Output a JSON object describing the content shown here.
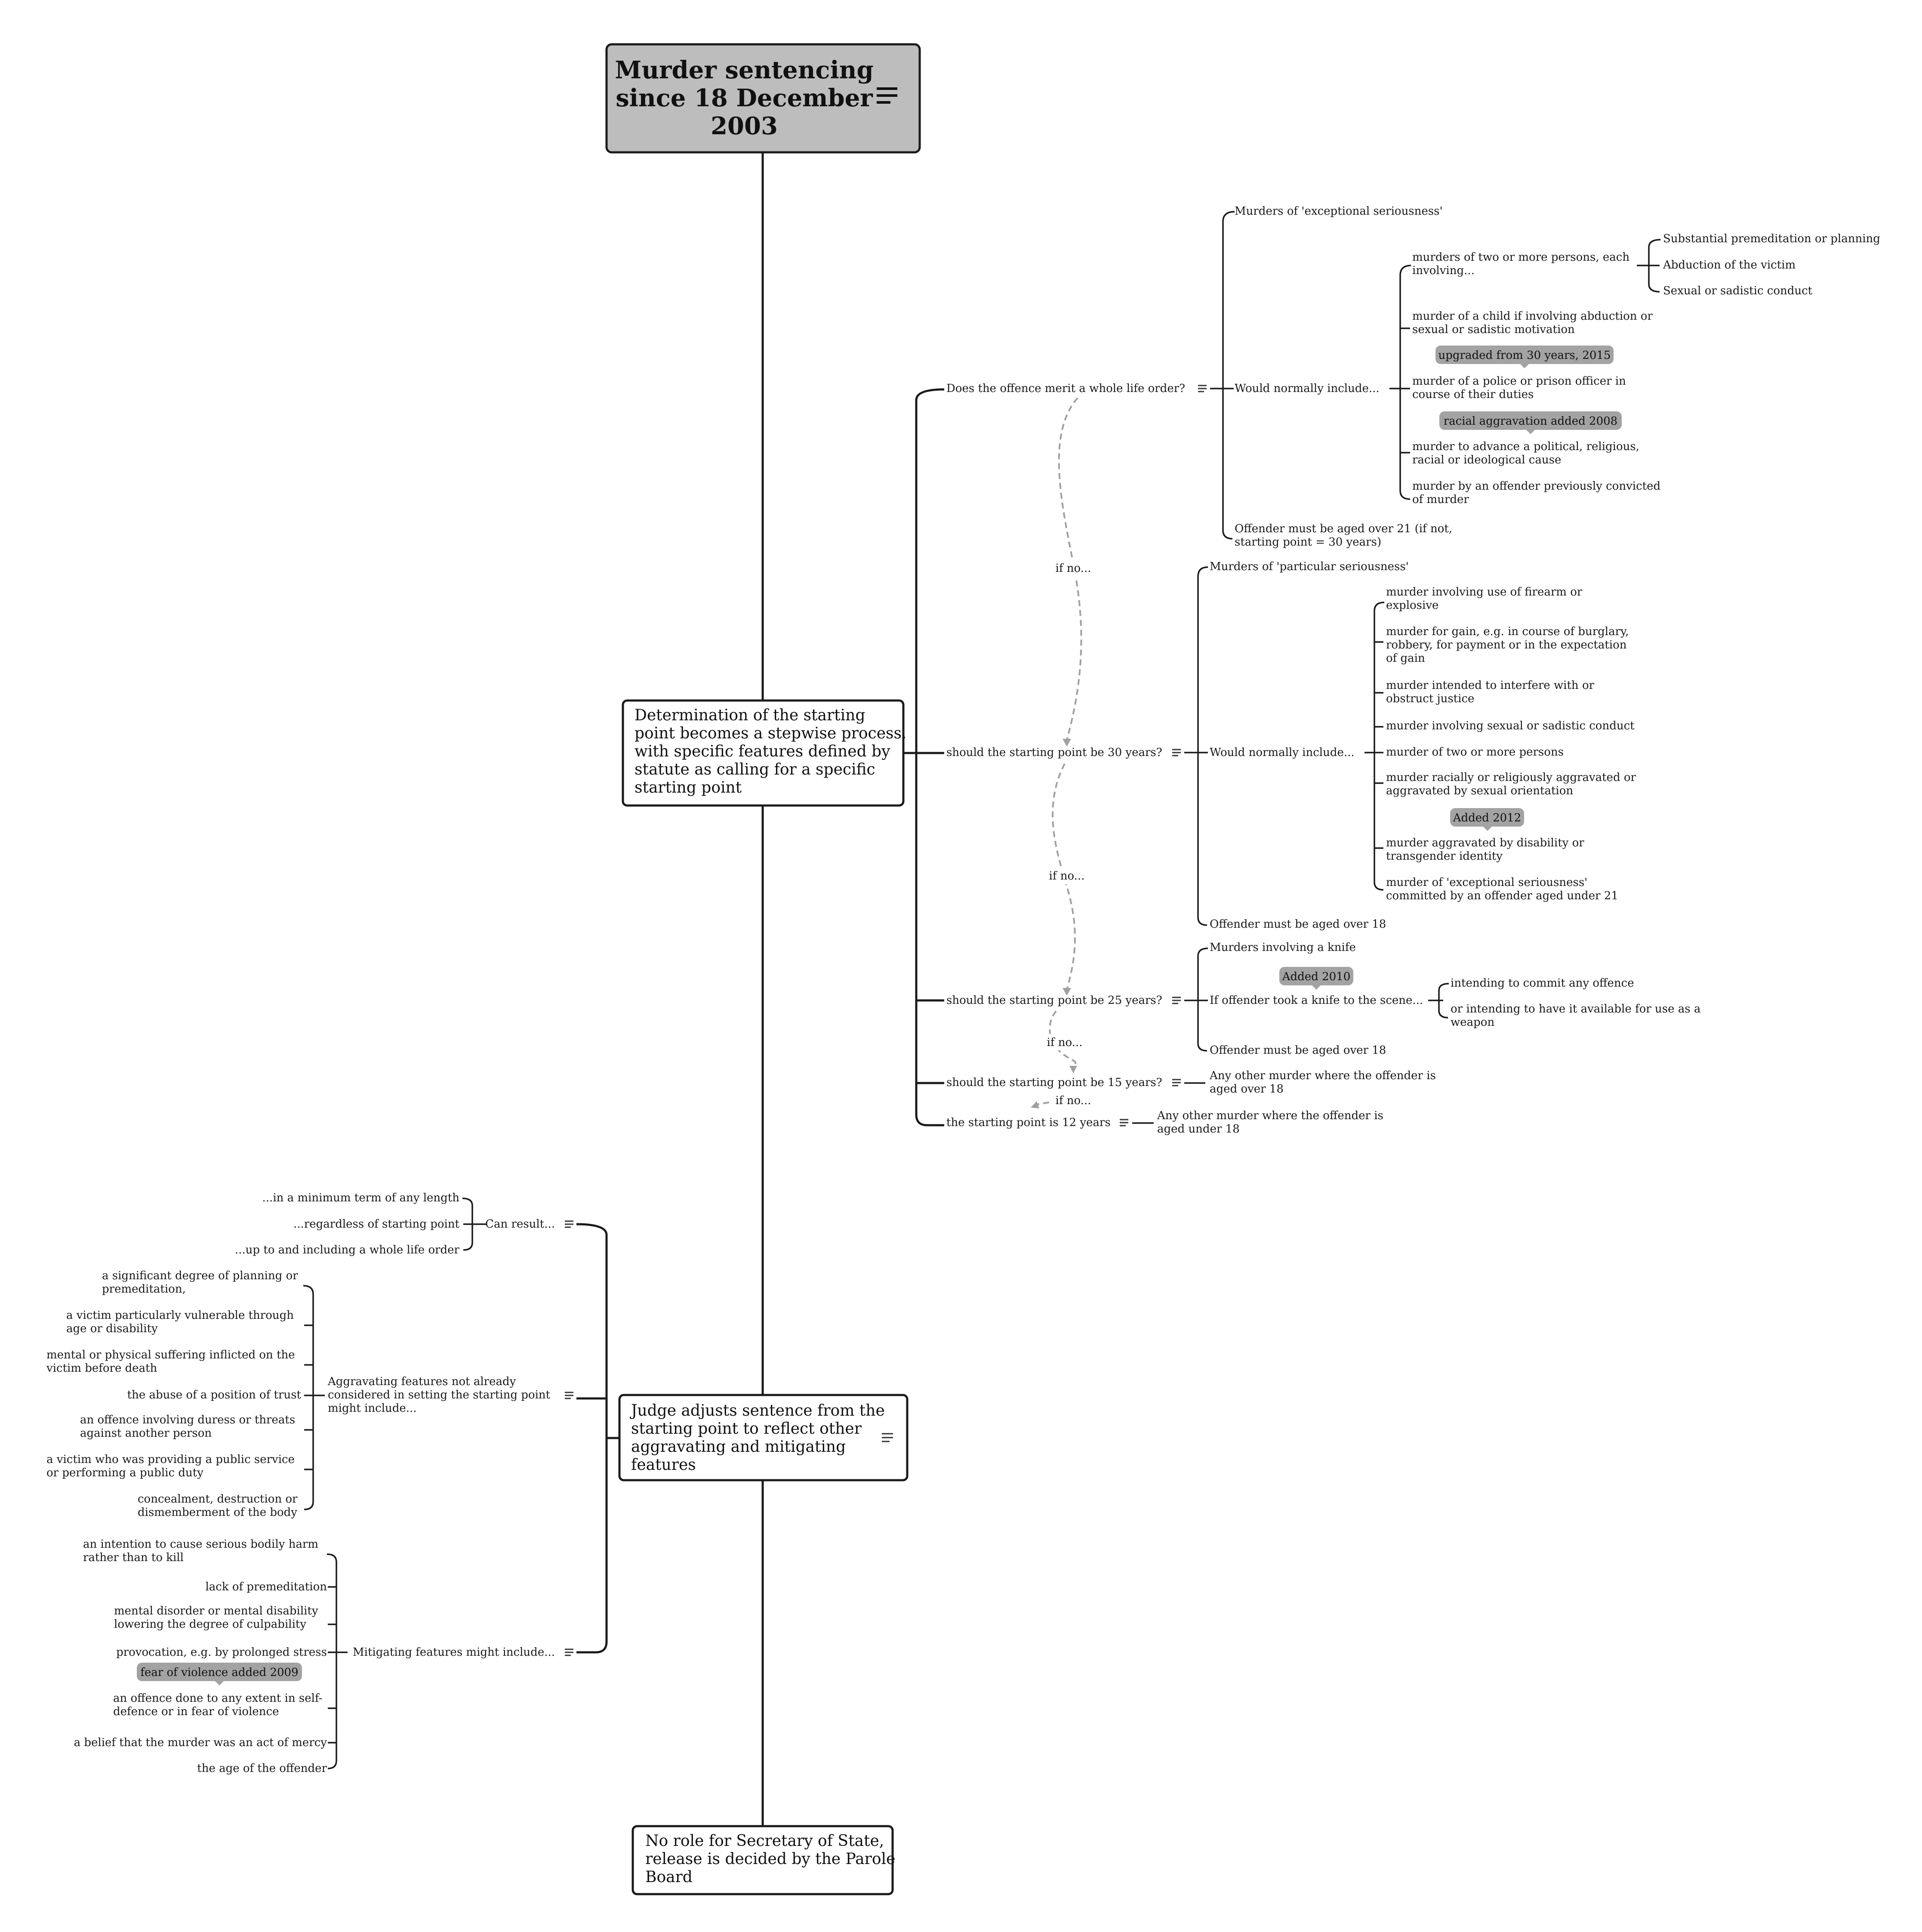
{
  "root": {
    "title_lines": [
      "Murder sentencing",
      "since 18 December",
      "2003"
    ]
  },
  "stepwise": {
    "text_lines": [
      "Determination of the starting",
      "point becomes a stepwise process,",
      "with specific features defined by",
      "statute as calling for a specific",
      "starting point"
    ]
  },
  "judge": {
    "text_lines": [
      "Judge adjusts sentence from the",
      "starting point to reflect other",
      "aggravating and mitigating",
      "features"
    ]
  },
  "parole": {
    "text_lines": [
      "No role for Secretary of State,",
      "release is decided by the Parole",
      "Board"
    ]
  },
  "whole_life": {
    "question": "Does the offence merit a whole life order?",
    "exceptional": "Murders of 'exceptional seriousness'",
    "would_include": "Would normally include...",
    "two_or_more": [
      "murders of two or more persons, each",
      "involving..."
    ],
    "sub_items": [
      "Substantial premeditation or planning",
      "Abduction of the victim",
      "Sexual or sadistic conduct"
    ],
    "child": [
      "murder of a child if involving abduction or",
      "sexual or sadistic motivation"
    ],
    "badge_2015": "upgraded from 30 years, 2015",
    "police": [
      "murder of a police or prison officer in",
      "course of their duties"
    ],
    "badge_2008": "racial aggravation added 2008",
    "political": [
      "murder to advance a political, religious,",
      "racial or ideological cause"
    ],
    "previous": [
      "murder by an offender previously convicted",
      "of murder"
    ],
    "age": [
      "Offender must be aged over 21 (if not,",
      "starting point = 30 years)"
    ]
  },
  "thirty": {
    "question": "should the starting point be 30 years?",
    "particular": "Murders of 'particular seriousness'",
    "would_include": "Would normally include...",
    "items": [
      [
        "murder involving use of firearm or",
        "explosive"
      ],
      [
        "murder for gain, e.g. in course of burglary,",
        "robbery, for payment or in the expectation",
        "of gain"
      ],
      [
        "murder intended to interfere with or",
        "obstruct justice"
      ],
      [
        "murder involving sexual or sadistic conduct"
      ],
      [
        "murder of two or more persons"
      ],
      [
        "murder racially or religiously aggravated or",
        "aggravated by sexual orientation"
      ],
      [
        "murder aggravated by disability or",
        "transgender identity"
      ],
      [
        "murder of 'exceptional seriousness'",
        "committed by an offender aged under 21"
      ]
    ],
    "badge_2012": "Added 2012",
    "age": "Offender must be aged over 18"
  },
  "twentyfive": {
    "question": "should the starting point be 25 years?",
    "knife": "Murders involving a knife",
    "badge_2010": "Added 2010",
    "took_knife": "If offender took a knife to the scene...",
    "sub_items": [
      [
        "intending to commit any offence"
      ],
      [
        "or intending to have it available for use as a",
        "weapon"
      ]
    ],
    "age": "Offender must be aged over 18"
  },
  "fifteen": {
    "question": "should the starting point be 15 years?",
    "detail": [
      "Any other murder where the offender is",
      "aged over 18"
    ]
  },
  "twelve": {
    "question": "the starting point is 12 years",
    "detail": [
      "Any other murder where the offender is",
      "aged under 18"
    ]
  },
  "if_no": "if no...",
  "can_result": {
    "label": "Can result...",
    "items": [
      "...in a minimum term of any length",
      "...regardless of starting point",
      "...up to and including a whole life order"
    ]
  },
  "aggravating": {
    "label": [
      "Aggravating features not already",
      "considered in setting the starting point",
      "might include..."
    ],
    "items": [
      [
        "a significant degree of planning or",
        "premeditation,"
      ],
      [
        "a victim particularly vulnerable through",
        "age or disability"
      ],
      [
        "mental or physical suffering inflicted on the",
        "victim before death"
      ],
      [
        "the abuse of a position of trust"
      ],
      [
        "an offence involving duress or threats",
        "against another person"
      ],
      [
        "a victim who was providing a public service",
        "or performing a public duty"
      ],
      [
        "concealment, destruction or",
        "dismemberment of the body"
      ]
    ]
  },
  "mitigating": {
    "label": "Mitigating features might include...",
    "items": [
      [
        "an intention to cause serious bodily harm",
        "rather than to kill"
      ],
      [
        "lack of premeditation"
      ],
      [
        "mental disorder or mental disability",
        "lowering the degree of culpability"
      ],
      [
        "provocation, e.g. by prolonged stress"
      ],
      [
        "an offence done to any extent in self-",
        "defence or in fear of violence"
      ],
      [
        "a belief that the murder was an act of mercy"
      ],
      [
        "the age of the offender"
      ]
    ],
    "badge_2009": "fear of violence added 2009"
  },
  "icons": {
    "note": "notes-icon"
  },
  "colors": {
    "root_fill": "#bdbdbd",
    "badge_fill": "#a3a3a3",
    "line": "#1a1a1a",
    "dashed": "#a0a0a0"
  }
}
